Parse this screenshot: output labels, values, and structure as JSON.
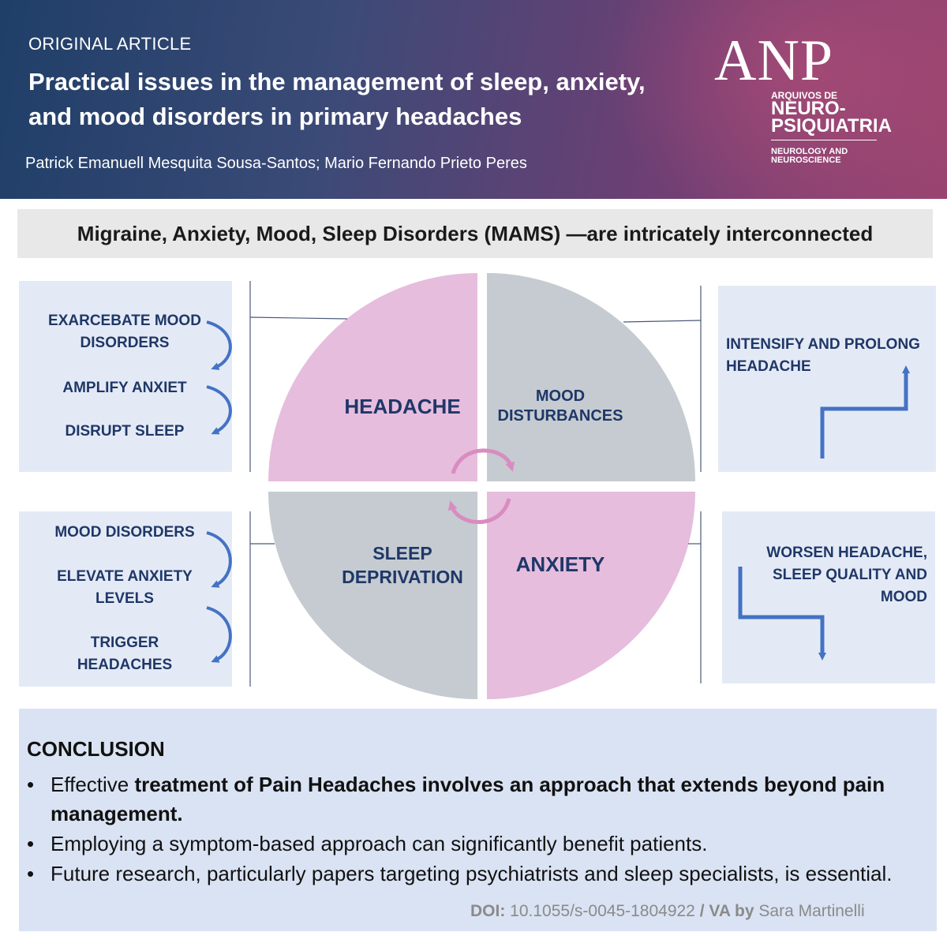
{
  "header": {
    "article_type": "ORIGINAL ARTICLE",
    "title_line1": "Practical issues in the management of sleep, anxiety,",
    "title_line2": "and mood disorders in primary headaches",
    "authors": "Patrick Emanuell Mesquita Sousa-Santos; Mario Fernando Prieto Peres"
  },
  "logo": {
    "anp": "ANP",
    "line1": "ARQUIVOS DE",
    "line2": "NEURO-",
    "line3": "PSIQUIATRIA",
    "line4": "NEUROLOGY AND",
    "line5": "NEUROSCIENCE"
  },
  "banner": "Migraine, Anxiety, Mood, Sleep Disorders (MAMS) —are intricately interconnected",
  "left_top": {
    "item1_l1": "EXARCEBATE MOOD",
    "item1_l2": "DISORDERS",
    "item2": "AMPLIFY ANXIET",
    "item3": "DISRUPT SLEEP"
  },
  "left_bottom": {
    "item1": "MOOD DISORDERS",
    "item2_l1": "ELEVATE ANXIETY",
    "item2_l2": "LEVELS",
    "item3_l1": "TRIGGER",
    "item3_l2": "HEADACHES"
  },
  "right_top": {
    "l1": "INTENSIFY AND PROLONG",
    "l2": "HEADACHE"
  },
  "right_bottom": {
    "l1": "WORSEN HEADACHE,",
    "l2": "SLEEP QUALITY AND",
    "l3": "MOOD"
  },
  "quadrants": {
    "headache": "HEADACHE",
    "mood_l1": "MOOD",
    "mood_l2": "DISTURBANCES",
    "sleep_l1": "SLEEP",
    "sleep_l2": "DEPRIVATION",
    "anxiety": "ANXIETY"
  },
  "conclusion": {
    "title": "CONCLUSION",
    "bullet": "•",
    "item1_plain": "Effective ",
    "item1_bold": "treatment of Pain Headaches involves an approach that extends beyond pain management.",
    "item2": "Employing a symptom-based approach can significantly benefit patients.",
    "item3": "Future research, particularly papers targeting psychiatrists and sleep specialists, is essential."
  },
  "footer": {
    "doi_label": "DOI:",
    "doi_value": " 10.1055/s-0045-1804922 ",
    "va_label": " / VA by",
    "va_name": " Sara Martinelli"
  },
  "colors": {
    "label_navy": "#1f3768",
    "arrow_blue": "#4472c4",
    "pink_quadrant": "#e6bddd",
    "gray_quadrant": "#c5cbd0",
    "pink_arrow": "#d98cc0"
  }
}
